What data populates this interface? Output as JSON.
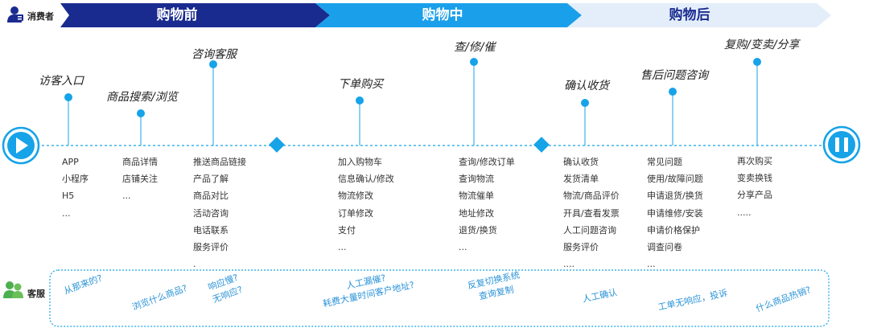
{
  "colors": {
    "dark_navy": "#1a2b8f",
    "bright_blue": "#1aa0ea",
    "pale_blue": "#e4eefa",
    "accent": "#16a3e8",
    "pain_text": "#2a93d8",
    "green": "#4caf50"
  },
  "actors": {
    "consumer": "消费者",
    "service": "客服"
  },
  "phases": [
    {
      "label": "购物前"
    },
    {
      "label": "购物中"
    },
    {
      "label": "购物后"
    }
  ],
  "stages": [
    {
      "title": "访客入口",
      "items": [
        "APP",
        "小程序",
        "H5",
        "..."
      ]
    },
    {
      "title": "商品搜索/浏览",
      "items": [
        "商品详情",
        "店铺关注",
        "..."
      ]
    },
    {
      "title": "咨询客服",
      "items": [
        "推送商品链接",
        "产品了解",
        "商品对比",
        "活动咨询",
        "电话联系",
        "服务评价",
        "."
      ]
    },
    {
      "title": "下单购买",
      "items": [
        "加入购物车",
        "信息确认/修改",
        "物流修改",
        "订单修改",
        "支付",
        "..."
      ]
    },
    {
      "title": "查/修/催",
      "items": [
        "查询/修改订单",
        "查询物流",
        "物流催单",
        "地址修改",
        "退货/换货",
        "..."
      ]
    },
    {
      "title": "确认收货",
      "items": [
        "确认收货",
        "发货清单",
        "物流/商品评价",
        "开具/查看发票",
        "人工问题咨询",
        "服务评价",
        "...."
      ]
    },
    {
      "title": "售后问题咨询",
      "items": [
        "常见问题",
        "使用/故障问题",
        "申请退货/换货",
        "申请维修/安装",
        "申请价格保护",
        "调查问卷",
        "..."
      ]
    },
    {
      "title": "复购/变卖/分享",
      "items": [
        "再次购买",
        "变卖换钱",
        "分享产品",
        "....."
      ]
    }
  ],
  "pain_points": [
    {
      "lines": [
        "从那来的?"
      ]
    },
    {
      "lines": [
        "浏览什么商品?"
      ]
    },
    {
      "lines": [
        "响应慢?",
        "无响应?"
      ]
    },
    {
      "lines": [
        "人工漏催?",
        "耗费大量时间客户地址?"
      ]
    },
    {
      "lines": [
        "反复切换系统",
        "查询复制"
      ]
    },
    {
      "lines": [
        "人工确认"
      ]
    },
    {
      "lines": [
        "工单无响应，投诉"
      ]
    },
    {
      "lines": [
        "什么商品热销?"
      ]
    }
  ],
  "icons": {
    "consumer": "consumer-person-icon",
    "service": "service-agents-icon",
    "start": "play-icon",
    "end": "pause-icon"
  }
}
